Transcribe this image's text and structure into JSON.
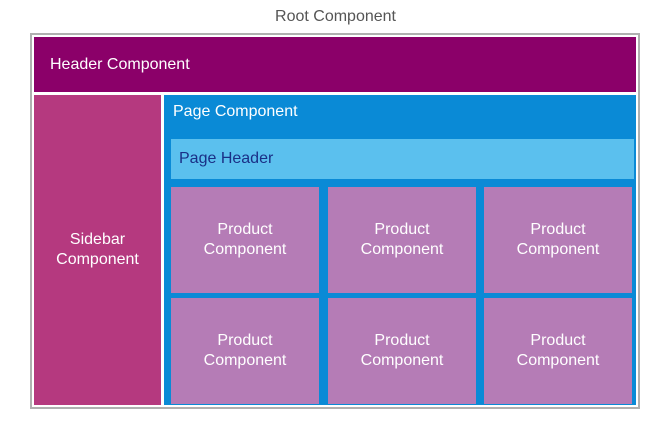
{
  "root": {
    "label": "Root Component"
  },
  "header": {
    "label": "Header Component"
  },
  "sidebar": {
    "label": "Sidebar Component"
  },
  "page": {
    "label": "Page Component",
    "header_label": "Page Header",
    "products": [
      {
        "label": "Product Component"
      },
      {
        "label": "Product Component"
      },
      {
        "label": "Product Component"
      },
      {
        "label": "Product Component"
      },
      {
        "label": "Product Component"
      },
      {
        "label": "Product Component"
      }
    ]
  },
  "colors": {
    "root_border": "#b0b0b0",
    "header_bg": "#8b0069",
    "sidebar_bg": "#b5397f",
    "page_bg": "#0a8ad6",
    "page_header_bg": "#5bc0ee",
    "page_header_text": "#1a2f86",
    "product_bg": "#b57cb6"
  }
}
